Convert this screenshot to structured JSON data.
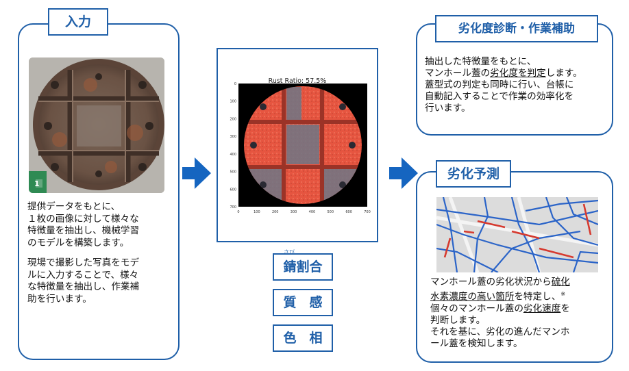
{
  "input": {
    "title": "入力",
    "photo_marker": "1",
    "paragraph1": [
      "提供データをもとに、",
      "１枚の画像に対して様々な",
      "特徴量を抽出し、機械学習",
      "のモデルを構築します。"
    ],
    "paragraph2": [
      "現場で撮影した写真をモデ",
      "ルに入力することで、様々",
      "な特徴量を抽出し、作業補",
      "助を行います。"
    ]
  },
  "result": {
    "chart_title": "Rust Ratio: 57.5%",
    "x_ticks": [
      "0",
      "100",
      "200",
      "300",
      "400",
      "500",
      "600",
      "700"
    ],
    "y_ticks": [
      "0",
      "100",
      "200",
      "300",
      "400",
      "500",
      "600",
      "700"
    ]
  },
  "features": {
    "ruby": "さび",
    "items": [
      "錆割合",
      "質　感",
      "色　相"
    ]
  },
  "diagnosis": {
    "title": "劣化度診断・作業補助",
    "line1": "抽出した特徴量をもとに、",
    "line2_pre": "マンホール蓋の",
    "line2_u": "劣化度を判定",
    "line2_post": "します。",
    "line3": "蓋型式の判定も同時に行い、台帳に",
    "line4": "自動記入することで作業の効率化を",
    "line5": "行います。"
  },
  "prediction": {
    "title": "劣化予測",
    "line1_pre": "マンホール蓋の劣化状況から",
    "line1_u": "硫化",
    "line2_u": "水素濃度の高い箇所",
    "line2_post": "を特定し、",
    "note_mark": "※",
    "line3_pre": "個々のマンホール蓋の",
    "line3_u": "劣化速度",
    "line3_post": "を",
    "line4": "判断します。",
    "line5": "それを基に、劣化の進んだマンホ",
    "line6": "ール蓋を検知します。"
  },
  "colors": {
    "accent": "#1f5fa8",
    "arrow": "#1565c0",
    "rust": "#e5533f",
    "map_pipe_blue": "#2b64c8",
    "map_pipe_red": "#d63a2f"
  }
}
